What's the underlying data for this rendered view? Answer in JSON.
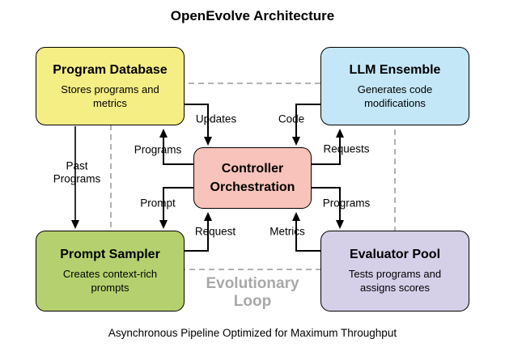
{
  "diagram": {
    "title": "OpenEvolve Architecture",
    "caption": "Asynchronous Pipeline Optimized for Maximum Throughput",
    "loop_label": {
      "line1": "Evolutionary",
      "line2": "Loop"
    },
    "nodes": {
      "program_database": {
        "title": "Program Database",
        "description": "Stores programs and metrics",
        "color": "#F5EE85"
      },
      "llm_ensemble": {
        "title": "LLM Ensemble",
        "description": "Generates code modifications",
        "color": "#C4E7F8"
      },
      "controller": {
        "title_line1": "Controller",
        "title_line2": "Orchestration",
        "color": "#F8C3BA"
      },
      "prompt_sampler": {
        "title": "Prompt Sampler",
        "description": "Creates context-rich prompts",
        "color": "#B5D16F"
      },
      "evaluator_pool": {
        "title": "Evaluator Pool",
        "description": "Tests programs and assigns scores",
        "color": "#D6CFE8"
      }
    },
    "edges": {
      "updates": "Updates",
      "programs_to_db": "Programs",
      "code": "Code",
      "requests": "Requests",
      "past_programs_line1": "Past",
      "past_programs_line2": "Programs",
      "prompt": "Prompt",
      "request": "Request",
      "programs_to_evaluator": "Programs",
      "metrics": "Metrics"
    },
    "colors": {
      "dashed_loop": "#999999",
      "arrow": "#000000",
      "loop_text": "#A8A8A8"
    }
  }
}
